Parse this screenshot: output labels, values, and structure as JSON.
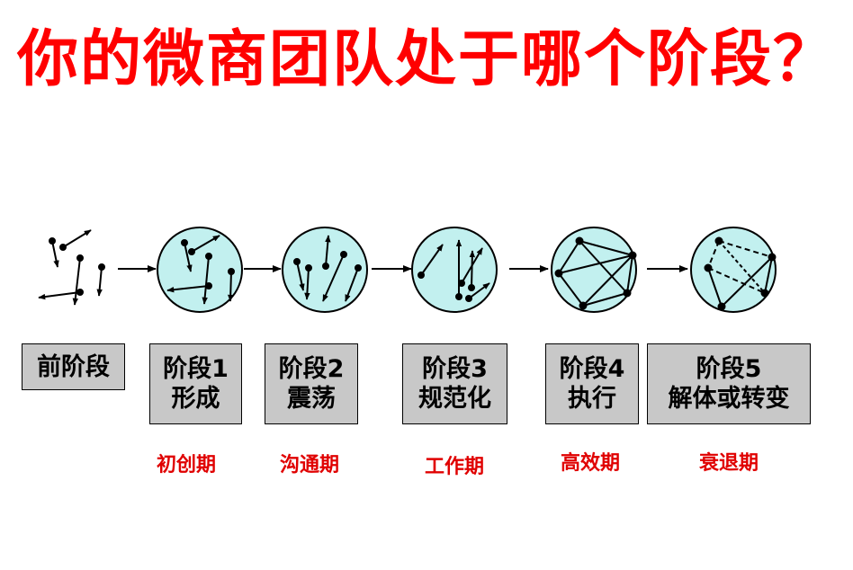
{
  "title": "你的微商团队处于哪个阶段？",
  "colors": {
    "title": "#ff0000",
    "period": "#e00000",
    "circle_fill": "#c2f0ef",
    "box_fill": "#c8c8c8"
  },
  "stages": [
    {
      "id": "pre",
      "line1": "前阶段",
      "line2": "",
      "period": ""
    },
    {
      "id": "1",
      "line1": "阶段1",
      "line2": "形成",
      "period": "初创期"
    },
    {
      "id": "2",
      "line1": "阶段2",
      "line2": "震荡",
      "period": "沟通期"
    },
    {
      "id": "3",
      "line1": "阶段3",
      "line2": "规范化",
      "period": "工作期"
    },
    {
      "id": "4",
      "line1": "阶段4",
      "line2": "执行",
      "period": "高效期"
    },
    {
      "id": "5",
      "line1": "阶段5",
      "line2": "解体或转变",
      "period": "衰退期"
    }
  ]
}
